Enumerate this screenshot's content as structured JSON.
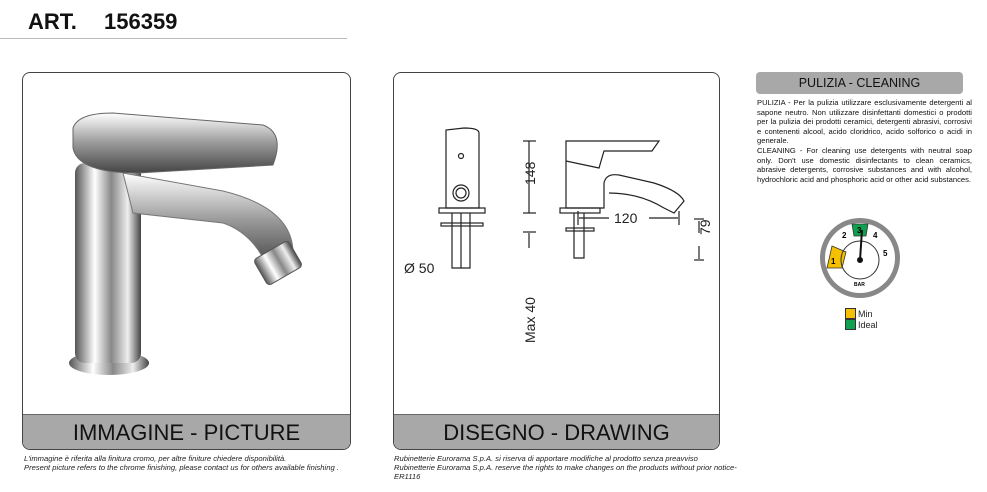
{
  "header": {
    "art_label": "ART.",
    "art_number": "156359"
  },
  "picture": {
    "caption": "IMMAGINE - PICTURE",
    "note_it": "L'immagine è riferita alla finitura cromo, per altre finiture chiedere disponibilità.",
    "note_en": "Present picture refers to the chrome finishing, please contact us for others available finishing ."
  },
  "drawing": {
    "caption": "DISEGNO - DRAWING",
    "dim_diameter": "Ø 50",
    "dim_height": "148",
    "dim_max": "Max 40",
    "dim_reach": "120",
    "dim_spout": "79",
    "note_1": "Rubinetterie Eurorama S.p.A. si riserva di apportare modifiche al prodotto senza preavviso",
    "note_2": "Rubinetterie Eurorama S.p.A. reserve the rights to make changes on the products without prior notice-ER1116"
  },
  "cleaning": {
    "title": "PULIZIA - CLEANING",
    "text_it": "PULIZIA - Per la pulizia utilizzare esclusivamente detergenti al sapone neutro. Non utilizzare disinfettanti domestici o prodotti per la pulizia dei prodotti ceramici, detergenti abrasivi, corrosivi e contenenti alcool, acido cloridrico, acido solforico o acidi in generale.",
    "text_en": "CLEANING - For cleaning use detergents with neutral soap only. Don't use domestic disinfectants to clean ceramics, abrasive detergents, corrosive substances and with alcohol, hydrochloric acid and phosphoric acid or other acid substances."
  },
  "gauge": {
    "numbers": [
      "1",
      "2",
      "3",
      "4",
      "5"
    ],
    "unit": "BAR",
    "value": 3,
    "legend": [
      {
        "label": "Min",
        "color": "#f5c000"
      },
      {
        "label": "Ideal",
        "color": "#10a050"
      }
    ]
  }
}
